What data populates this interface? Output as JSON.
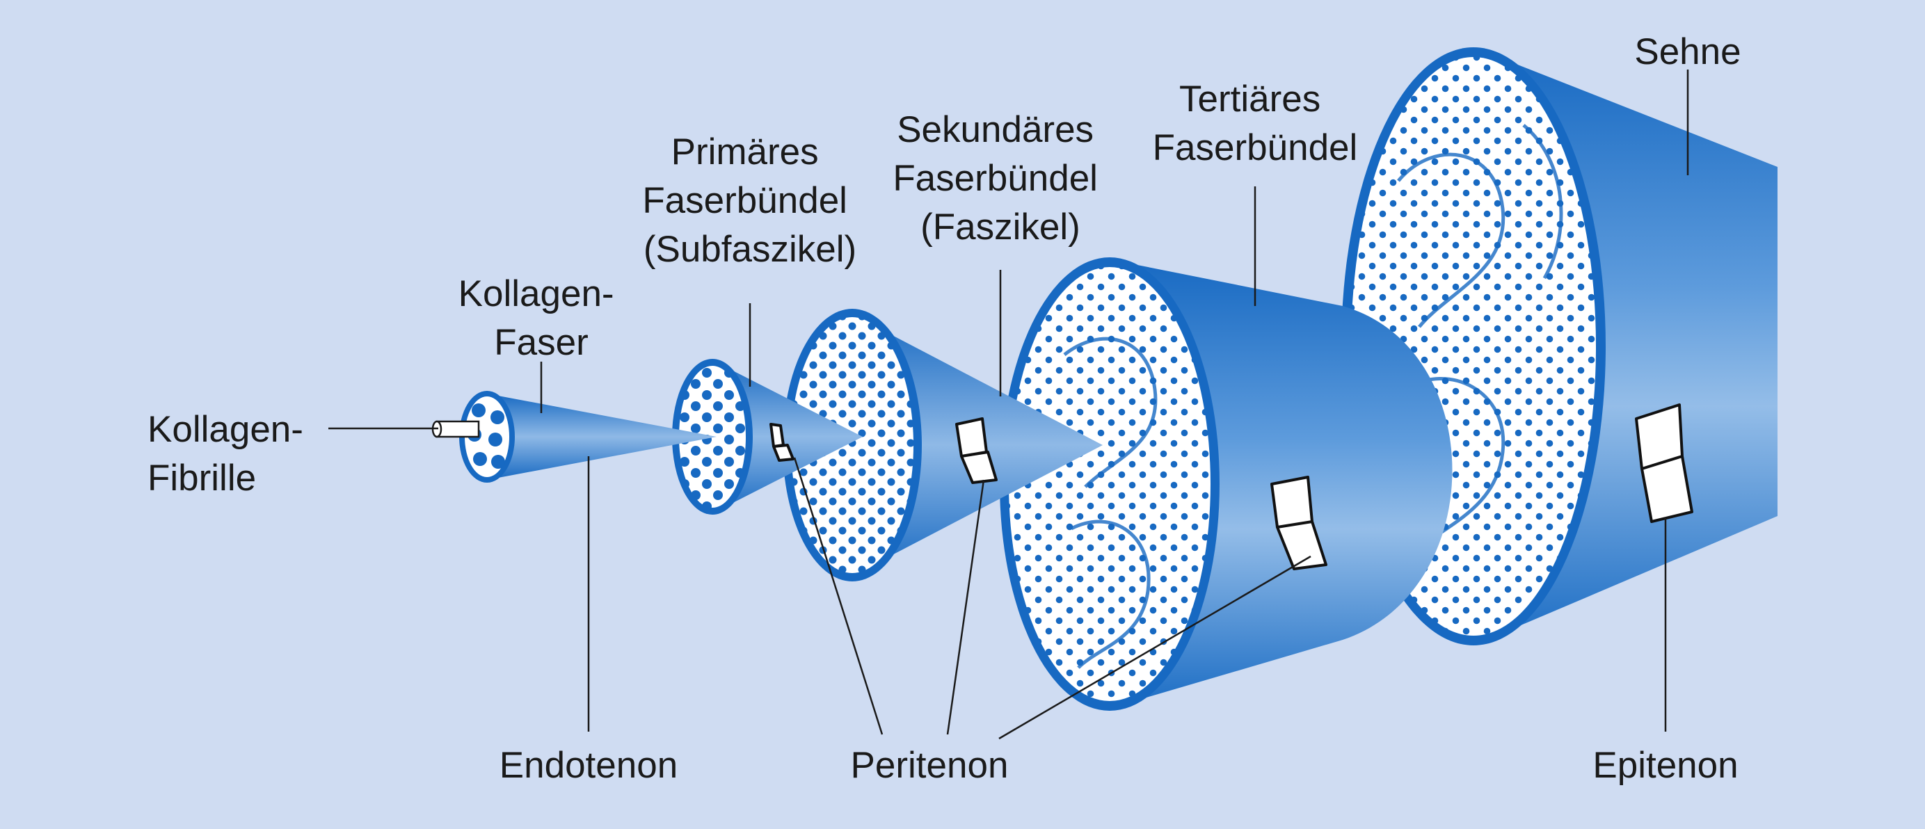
{
  "labels": {
    "kollagen_fibrille": [
      "Kollagen-",
      "Fibrille"
    ],
    "kollagen_faser": [
      "Kollagen-",
      "Faser"
    ],
    "primaeres_faserbuendel": [
      "Primäres",
      "Faserbündel",
      "(Subfaszikel)"
    ],
    "sekundaeres_faserbuendel": [
      "Sekundäres",
      "Faserbündel",
      "(Faszikel)"
    ],
    "tertiaeres_faserbuendel": [
      "Tertiäres",
      "Faserbündel"
    ],
    "sehne": "Sehne",
    "endotenon": "Endotenon",
    "peritenon": "Peritenon",
    "epitenon": "Epitenon"
  },
  "colors": {
    "background": "#cfdcf2",
    "sheath_dark": "#1769c2",
    "sheath_light": "#8fb9e6",
    "face_fill": "#ffffff",
    "dot": "#1769c2",
    "leader_line": "#1a1a1a"
  }
}
